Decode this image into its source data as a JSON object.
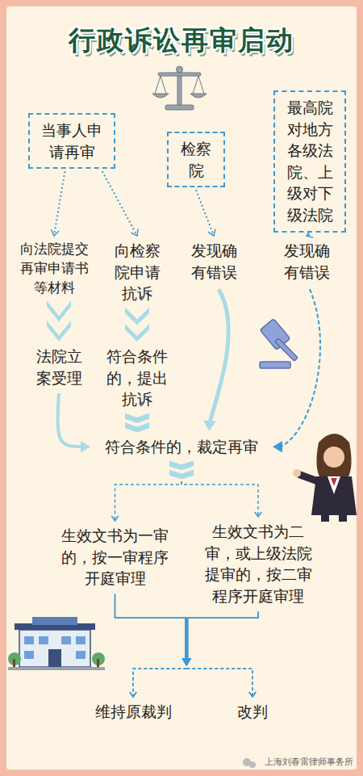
{
  "diagram": {
    "title": "行政诉讼再审启动",
    "nodes": [
      {
        "text": [
          "当事人申请再审"
        ]
      },
      {
        "text": [
          "检察院"
        ]
      },
      {
        "text": [
          "最高院对地方各级法院、上级对下级法院"
        ]
      },
      {
        "text": [
          "向法院提交再审申请书等材料"
        ]
      },
      {
        "text": [
          "向检察院申请抗诉"
        ]
      },
      {
        "text": [
          "发现确有错误"
        ]
      },
      {
        "text": [
          "发现确有错误"
        ]
      },
      {
        "text": [
          "法院立案受理"
        ]
      },
      {
        "text": [
          "符合条件的，提出抗诉"
        ]
      },
      {
        "text": [
          "符合条件的，裁定再审"
        ]
      },
      {
        "text": [
          "生效文书为一审的，按一审程序开庭审理"
        ]
      },
      {
        "text": [
          "生效文书为二审，或上级法院提审的，按二审程序开庭审理"
        ]
      },
      {
        "text": [
          "维持原裁判"
        ]
      },
      {
        "text": [
          "改判"
        ]
      }
    ],
    "edges": [
      {
        "from": 0,
        "to": 3,
        "arrow": "to"
      },
      {
        "from": 0,
        "to": 4,
        "arrow": "to"
      },
      {
        "from": 1,
        "to": 5,
        "arrow": "to"
      },
      {
        "from": 2,
        "to": 6,
        "arrow": "to"
      },
      {
        "from": 3,
        "to": 7,
        "arrow": "to"
      },
      {
        "from": 4,
        "to": 8,
        "arrow": "to"
      },
      {
        "from": 7,
        "to": 9,
        "arrow": "to"
      },
      {
        "from": 8,
        "to": 9,
        "arrow": "to"
      },
      {
        "from": 5,
        "to": 9,
        "arrow": "to"
      },
      {
        "from": 6,
        "to": 9,
        "arrow": "to"
      },
      {
        "from": 9,
        "to": 10,
        "arrow": "to"
      },
      {
        "from": 9,
        "to": 11,
        "arrow": "to"
      },
      {
        "from": 10,
        "to": 12,
        "arrow": "to"
      },
      {
        "from": 10,
        "to": 13,
        "arrow": "to"
      },
      {
        "from": 11,
        "to": 12,
        "arrow": "to"
      },
      {
        "from": 11,
        "to": 13,
        "arrow": "to"
      }
    ],
    "labels": [
      "上海刘春雷律师事务所"
    ]
  }
}
